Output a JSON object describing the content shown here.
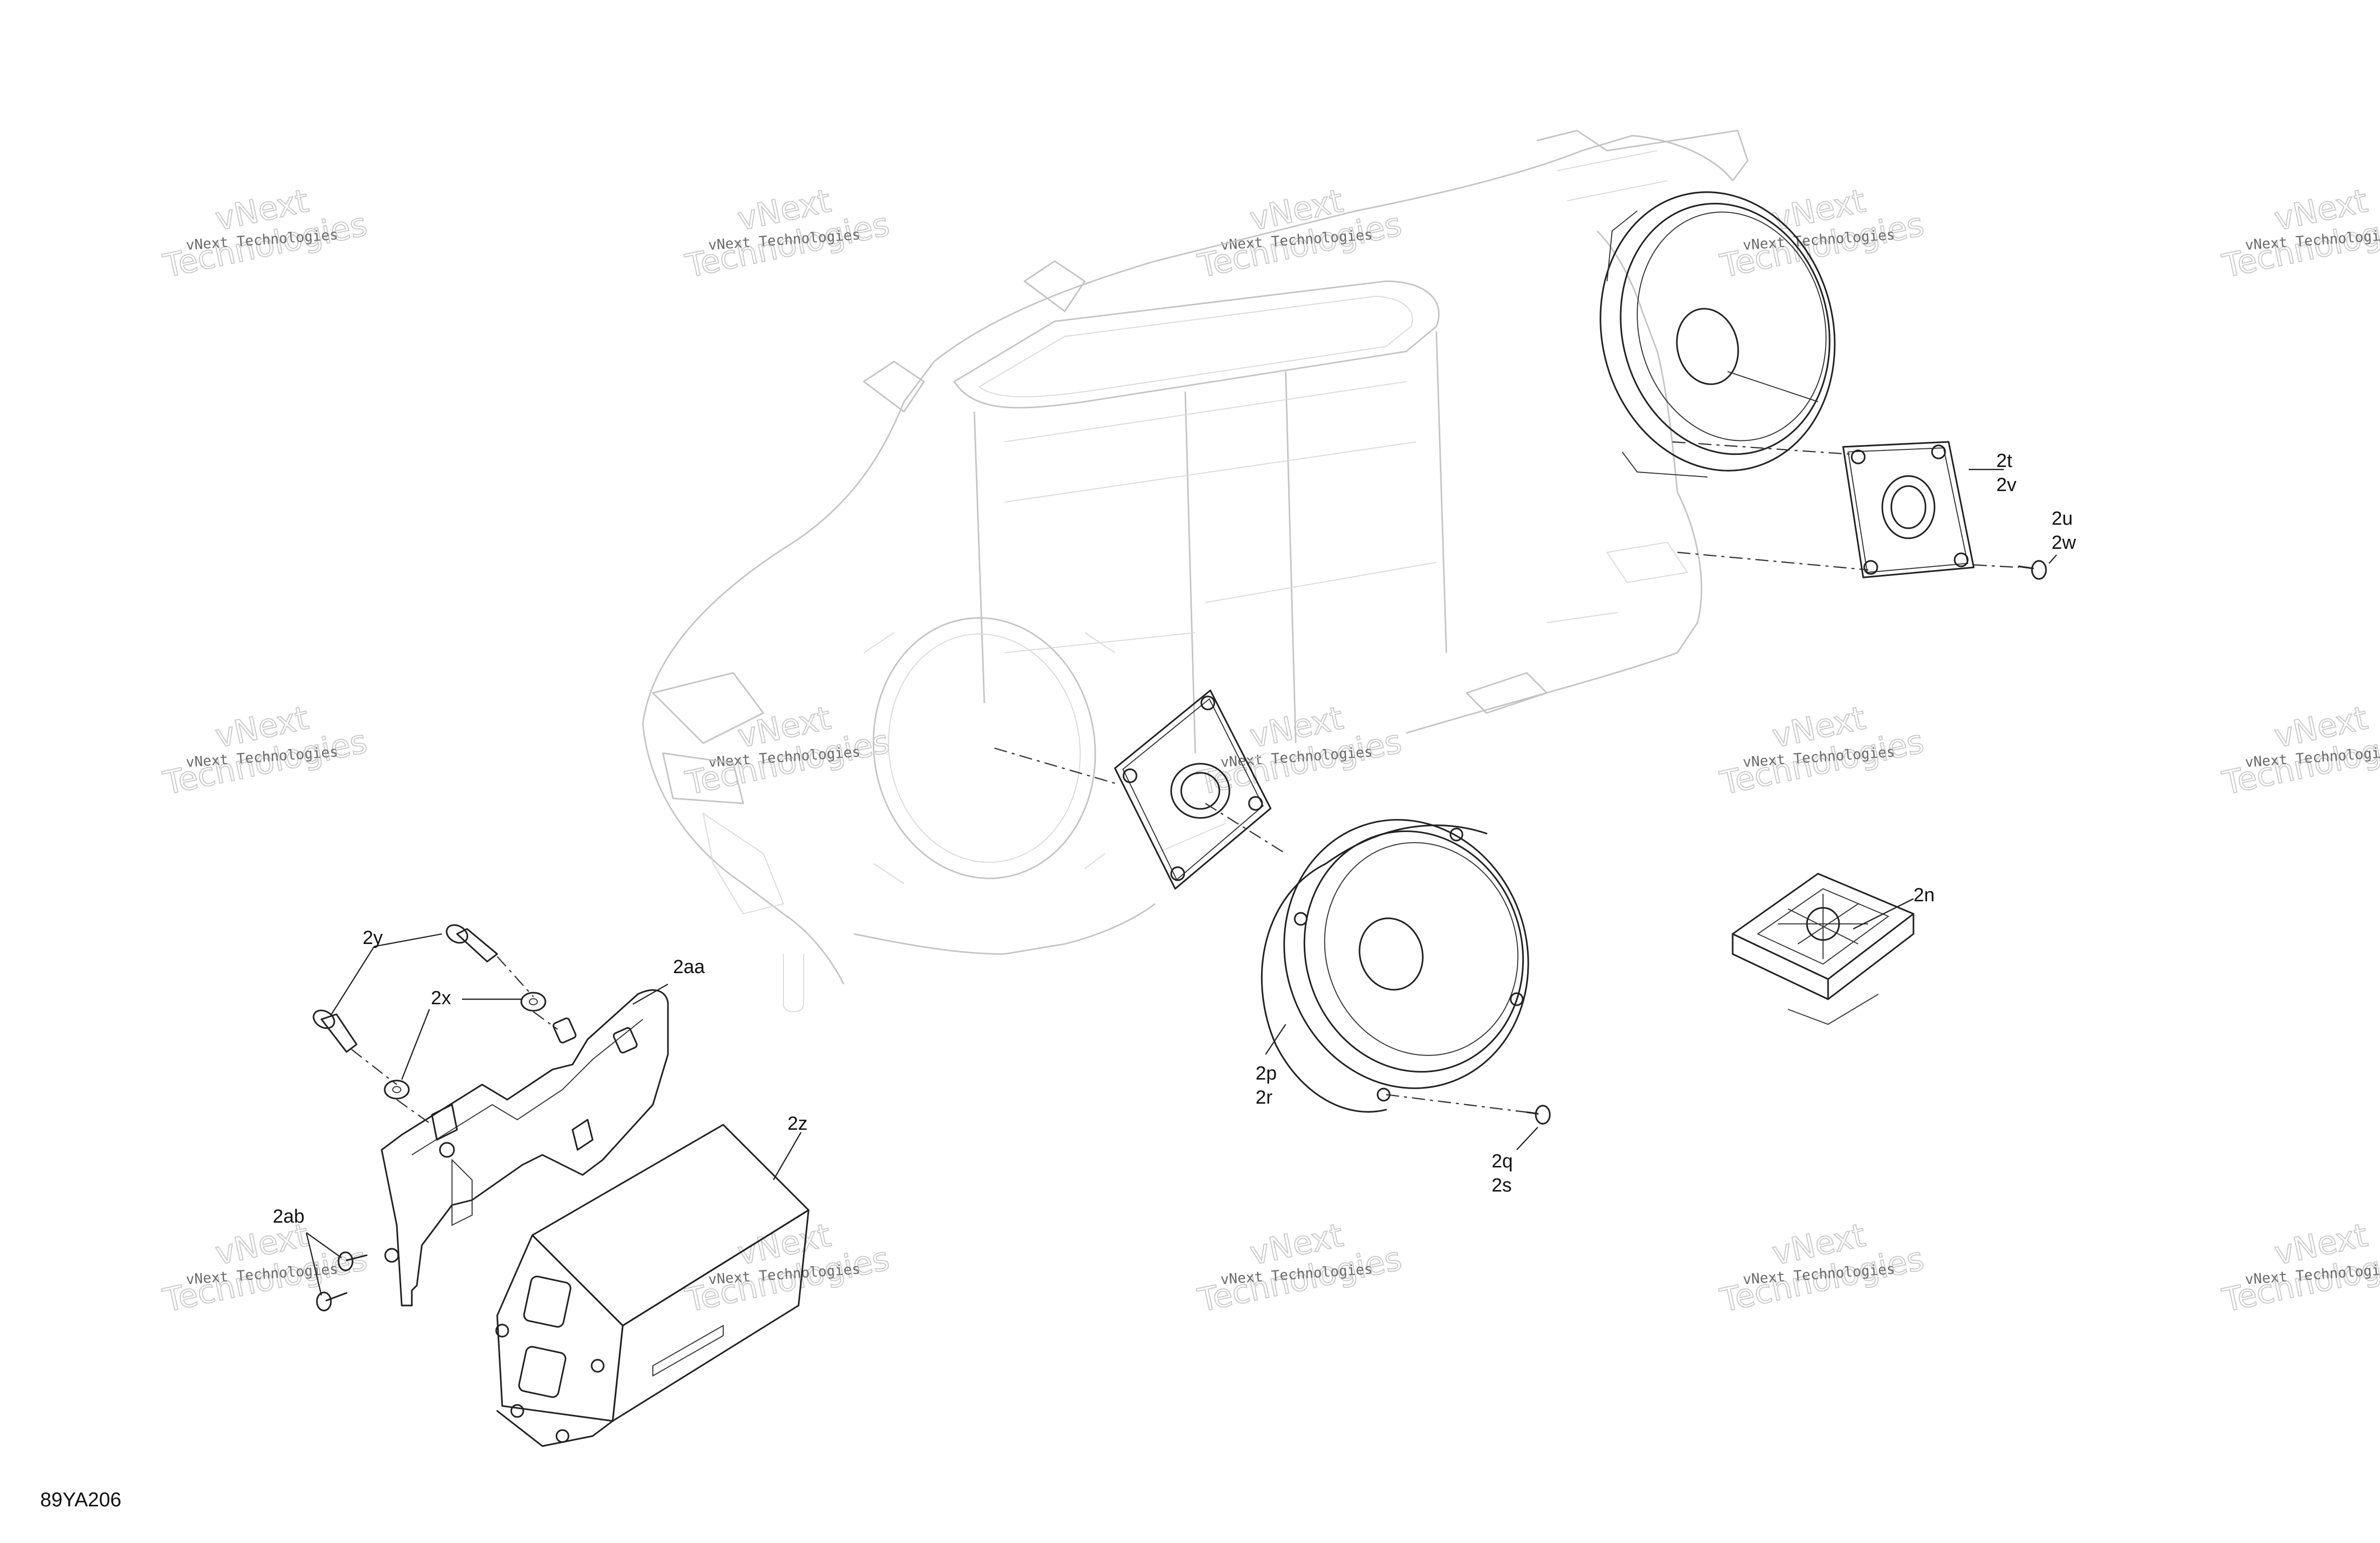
{
  "figure_id": "89YA206",
  "watermark": {
    "line1": "vNext",
    "line2": "Technologies",
    "caption": "vNext Technologies"
  },
  "callouts": {
    "2t": "2t",
    "2v": "2v",
    "2u": "2u",
    "2w": "2w",
    "2n": "2n",
    "2p": "2p",
    "2r": "2r",
    "2q": "2q",
    "2s": "2s",
    "2y": "2y",
    "2x": "2x",
    "2aa": "2aa",
    "2z": "2z",
    "2ab": "2ab"
  }
}
